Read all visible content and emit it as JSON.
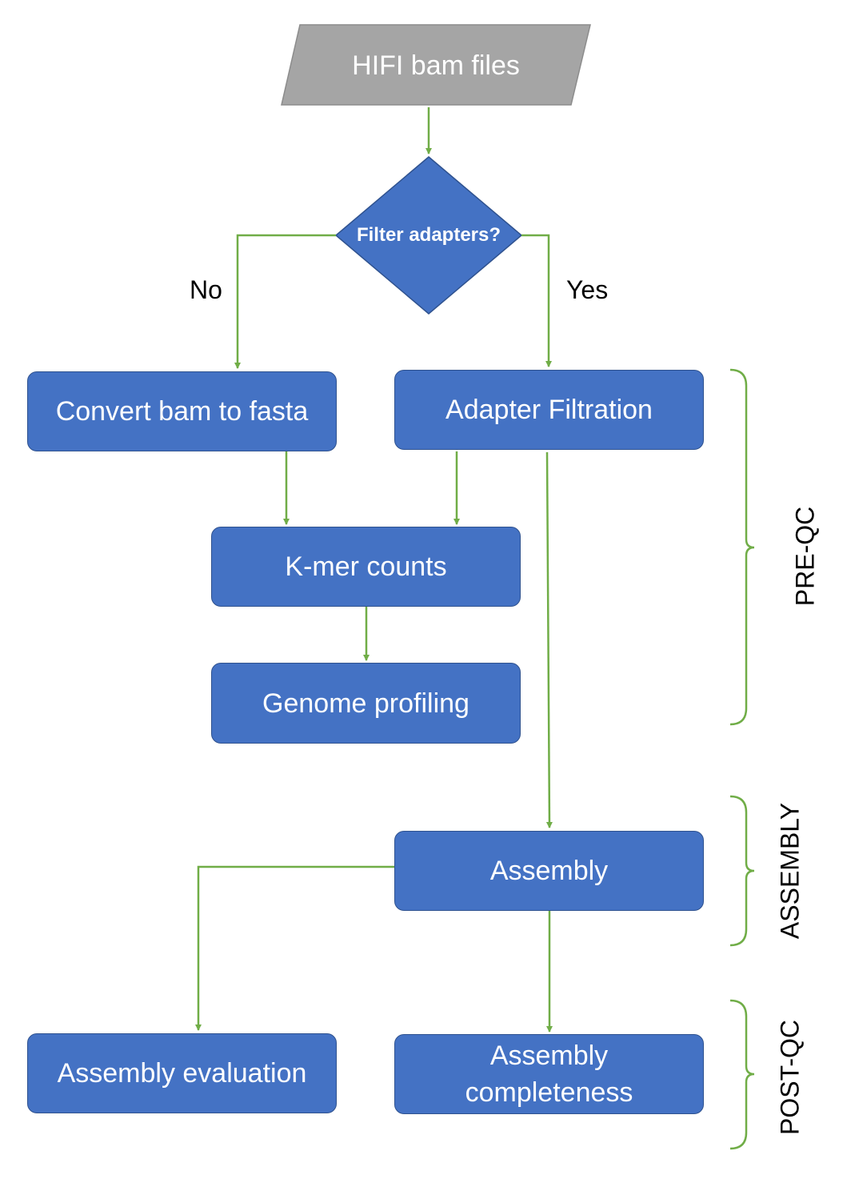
{
  "colors": {
    "box_fill": "#4472c4",
    "box_border": "#2f528f",
    "input_fill": "#a5a5a5",
    "arrow": "#70ad47",
    "bracket": "#70ad47",
    "text_on_box": "#ffffff",
    "text": "#000000"
  },
  "input": {
    "label": "HIFI bam files"
  },
  "decision": {
    "label": "Filter adapters?"
  },
  "branches": {
    "no": "No",
    "yes": "Yes"
  },
  "steps": {
    "convert": "Convert bam to fasta",
    "adapter": "Adapter Filtration",
    "kmer": "K-mer counts",
    "profiling": "Genome profiling",
    "assembly": "Assembly",
    "evaluation": "Assembly evaluation",
    "completeness": "Assembly completeness"
  },
  "phases": {
    "preqc": "PRE-QC",
    "assembly": "ASSEMBLY",
    "postqc": "POST-QC"
  }
}
